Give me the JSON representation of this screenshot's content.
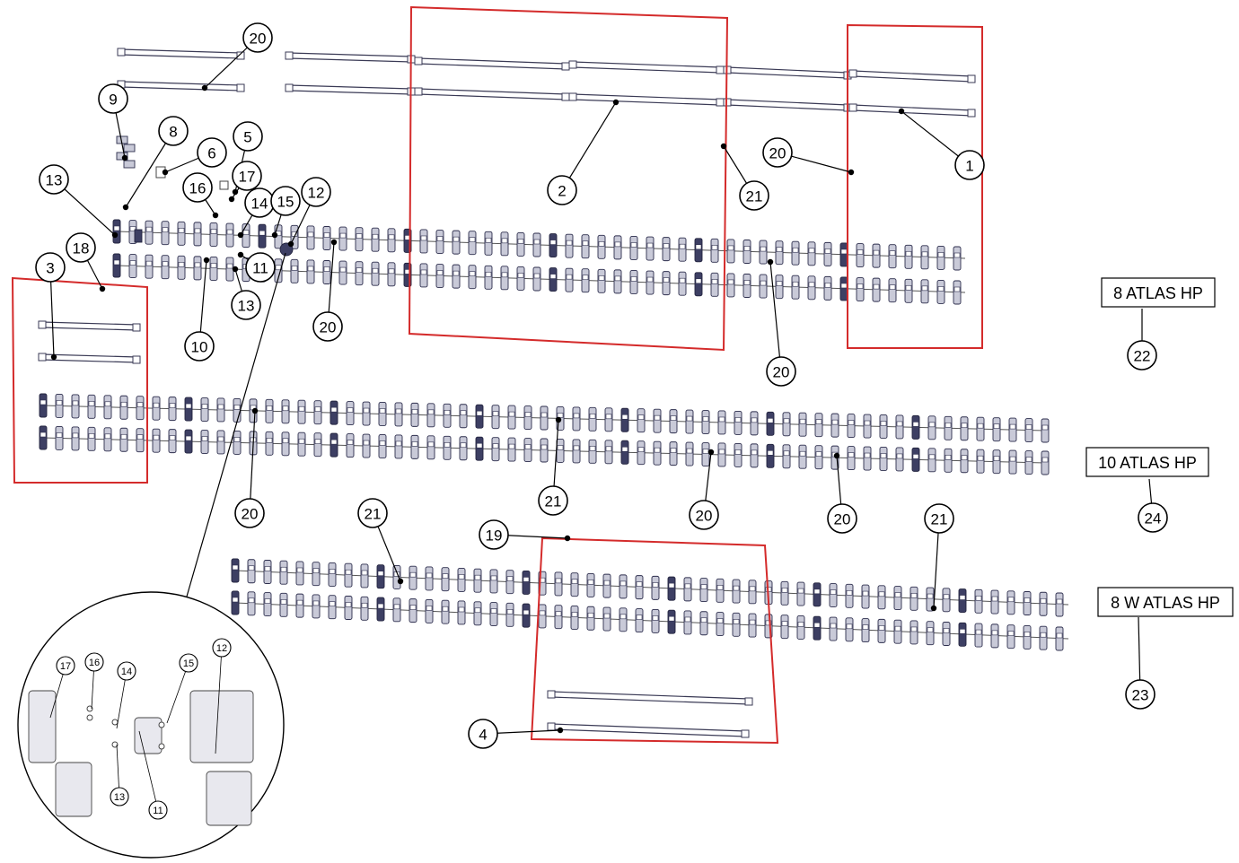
{
  "callouts": [
    {
      "id": "c1",
      "label": "1"
    },
    {
      "id": "c2",
      "label": "2"
    },
    {
      "id": "c3",
      "label": "3"
    },
    {
      "id": "c4",
      "label": "4"
    },
    {
      "id": "c5",
      "label": "5"
    },
    {
      "id": "c6",
      "label": "6"
    },
    {
      "id": "c8",
      "label": "8"
    },
    {
      "id": "c9",
      "label": "9"
    },
    {
      "id": "c10",
      "label": "10"
    },
    {
      "id": "c11",
      "label": "11"
    },
    {
      "id": "c12",
      "label": "12"
    },
    {
      "id": "c13a",
      "label": "13"
    },
    {
      "id": "c13b",
      "label": "13"
    },
    {
      "id": "c14",
      "label": "14"
    },
    {
      "id": "c15",
      "label": "15"
    },
    {
      "id": "c16",
      "label": "16"
    },
    {
      "id": "c17",
      "label": "17"
    },
    {
      "id": "c18",
      "label": "18"
    },
    {
      "id": "c19",
      "label": "19"
    },
    {
      "id": "c20a",
      "label": "20"
    },
    {
      "id": "c20b",
      "label": "20"
    },
    {
      "id": "c20c",
      "label": "20"
    },
    {
      "id": "c20d",
      "label": "20"
    },
    {
      "id": "c20e",
      "label": "20"
    },
    {
      "id": "c20f",
      "label": "20"
    },
    {
      "id": "c20g",
      "label": "20"
    },
    {
      "id": "c21a",
      "label": "21"
    },
    {
      "id": "c21b",
      "label": "21"
    },
    {
      "id": "c21c",
      "label": "21"
    },
    {
      "id": "c21d",
      "label": "21"
    },
    {
      "id": "c22",
      "label": "22"
    },
    {
      "id": "c23",
      "label": "23"
    },
    {
      "id": "c24",
      "label": "24"
    }
  ],
  "detail_callouts": [
    {
      "id": "d17",
      "label": "17"
    },
    {
      "id": "d16",
      "label": "16"
    },
    {
      "id": "d14",
      "label": "14"
    },
    {
      "id": "d15",
      "label": "15"
    },
    {
      "id": "d12",
      "label": "12"
    },
    {
      "id": "d13",
      "label": "13"
    },
    {
      "id": "d11",
      "label": "11"
    }
  ],
  "models": [
    {
      "id": "m8",
      "label": "8 ATLAS HP"
    },
    {
      "id": "m10",
      "label": "10 ATLAS HP"
    },
    {
      "id": "m8w",
      "label": "8 W ATLAS HP"
    }
  ],
  "colors": {
    "group_box": "#d42b2b",
    "part_fill": "#c9cad8",
    "part_dark": "#3d3f63",
    "line": "#000000"
  }
}
